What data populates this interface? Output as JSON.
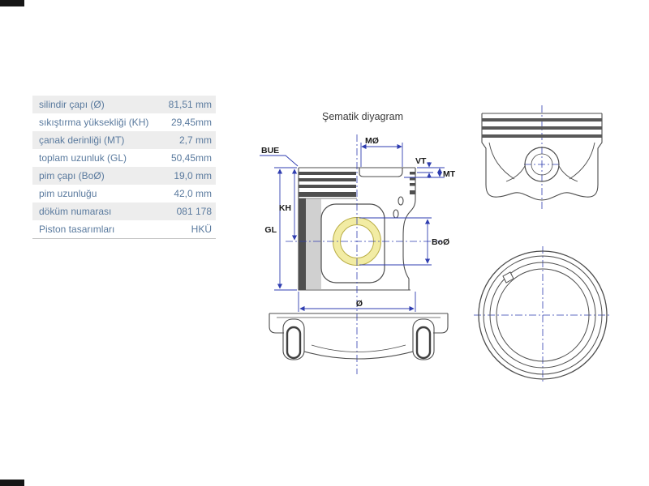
{
  "spec_table": {
    "rows": [
      {
        "label": "silindir çapı (Ø)",
        "value": "81,51 mm"
      },
      {
        "label": "sıkıştırma yüksekliği (KH)",
        "value": "29,45mm"
      },
      {
        "label": "çanak derinliği (MT)",
        "value": "2,7 mm"
      },
      {
        "label": "toplam uzunluk (GL)",
        "value": "50,45mm"
      },
      {
        "label": "pim çapı (BoØ)",
        "value": "19,0 mm"
      },
      {
        "label": "pim uzunluğu",
        "value": "42,0 mm"
      },
      {
        "label": "döküm numarası",
        "value": "081 178"
      },
      {
        "label": "Piston tasarımları",
        "value": "HKÜ"
      }
    ]
  },
  "diagram": {
    "title": "Şematik diyagram",
    "labels": {
      "bue": "BUE",
      "mo": "MØ",
      "vt": "VT",
      "mt": "MT",
      "kh": "KH",
      "gl": "GL",
      "bo": "BoØ",
      "dia": "Ø"
    }
  },
  "colors": {
    "dimension_blue": "#2f3db0",
    "table_text": "#5a7a9e",
    "row_alt_bg": "#ededed",
    "pin_highlight": "#f2eca4",
    "drawing_line": "#4d4d4d"
  }
}
